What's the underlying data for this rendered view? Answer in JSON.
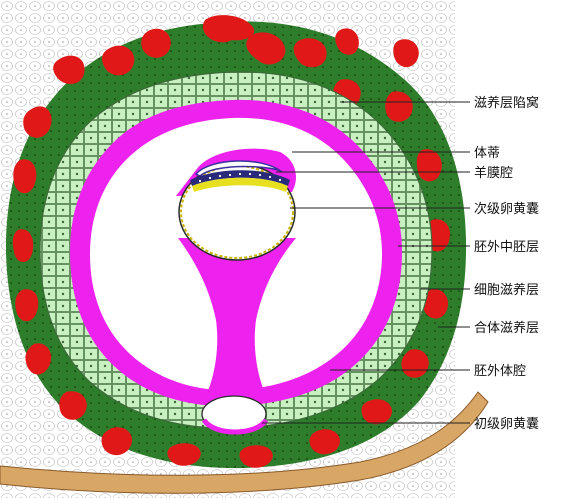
{
  "figure": {
    "labels": [
      {
        "key": "lacunae",
        "text": "滋养层陷窝"
      },
      {
        "key": "body_stalk",
        "text": "体蒂"
      },
      {
        "key": "amniotic_cavity",
        "text": "羊膜腔"
      },
      {
        "key": "secondary_yolk_sac",
        "text": "次级卵黄囊"
      },
      {
        "key": "extraembryonic_mesoderm",
        "text": "胚外中胚层"
      },
      {
        "key": "cytotrophoblast",
        "text": "细胞滋养层"
      },
      {
        "key": "syncytiotrophoblast",
        "text": "合体滋养层"
      },
      {
        "key": "extraembryonic_coelom",
        "text": "胚外体腔"
      },
      {
        "key": "primary_yolk_sac",
        "text": "初级卵黄囊"
      }
    ]
  },
  "colors": {
    "syncytiotrophoblast": "#2e7d2a",
    "lacunae": "#e01818",
    "cytotrophoblast": "#c9f0c0",
    "cytotrophoblast_outline": "#3d6a3a",
    "extraembryonic_mesoderm": "#ee22ee",
    "coelom": "#ffffff",
    "amnion": "#3a2f9e",
    "epiblast": "#2a2a7a",
    "hypoblast": "#e6e020",
    "endometrium_band": "#d9a765",
    "leader_line": "#222222"
  }
}
